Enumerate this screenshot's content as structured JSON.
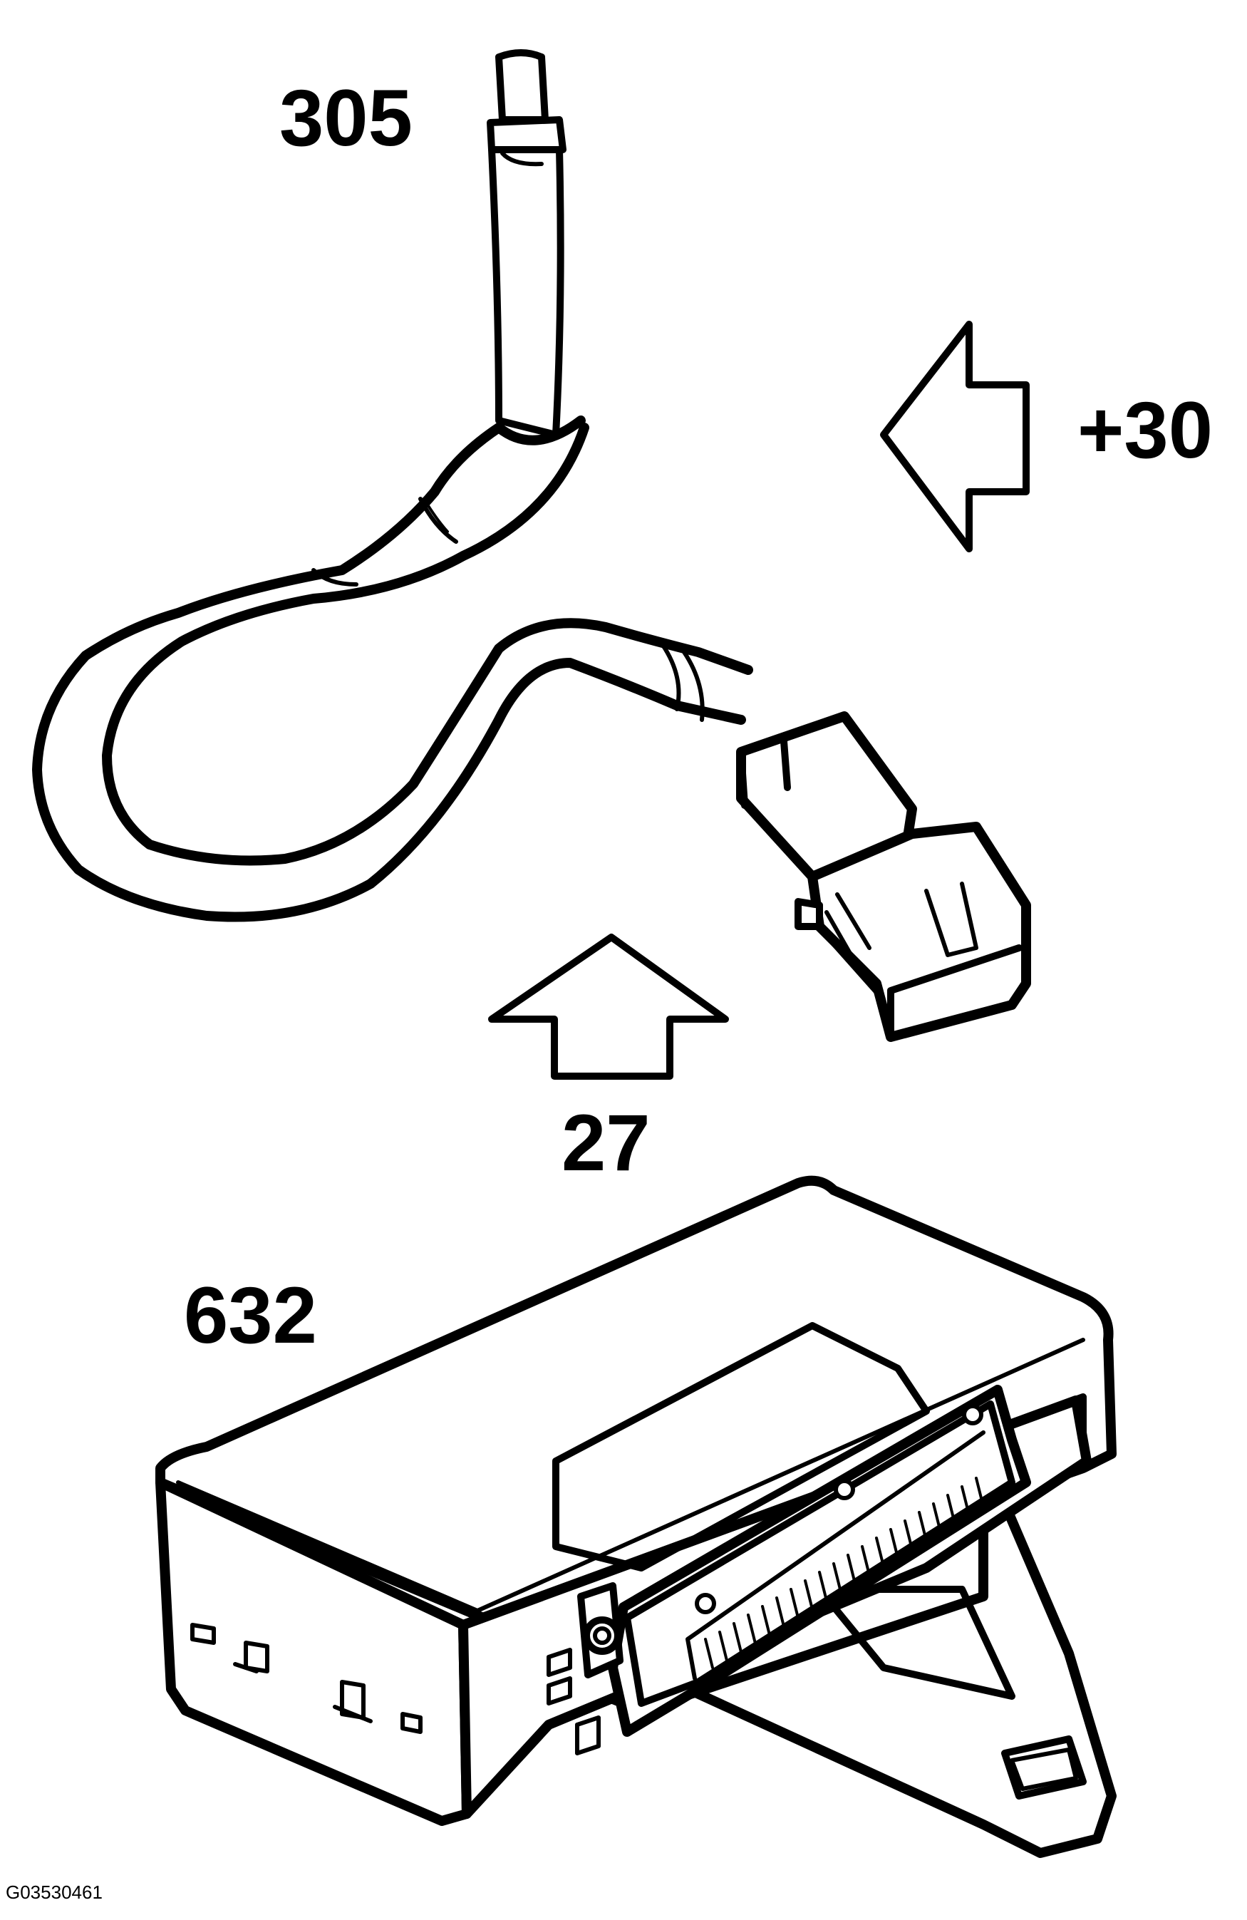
{
  "callouts": {
    "sensor": "305",
    "arrow_side": "+30",
    "arrow_up": "27",
    "control_module": "632"
  },
  "figure_id": "G03530461",
  "colors": {
    "ink": "#000000",
    "paper": "#ffffff"
  }
}
